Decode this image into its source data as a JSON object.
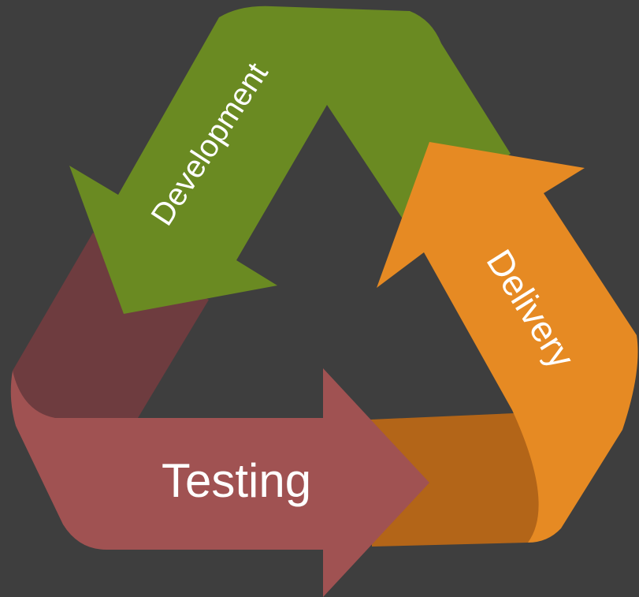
{
  "diagram": {
    "background": "#3e3e3e",
    "stages": [
      {
        "id": "development",
        "label": "Development",
        "color": "#6a8a22",
        "shade": "#5e7b1e"
      },
      {
        "id": "delivery",
        "label": "Delivery",
        "color": "#e68a23",
        "shade": "#b36518"
      },
      {
        "id": "testing",
        "label": "Testing",
        "color": "#a05252",
        "shade": "#6e3c3f"
      }
    ]
  }
}
